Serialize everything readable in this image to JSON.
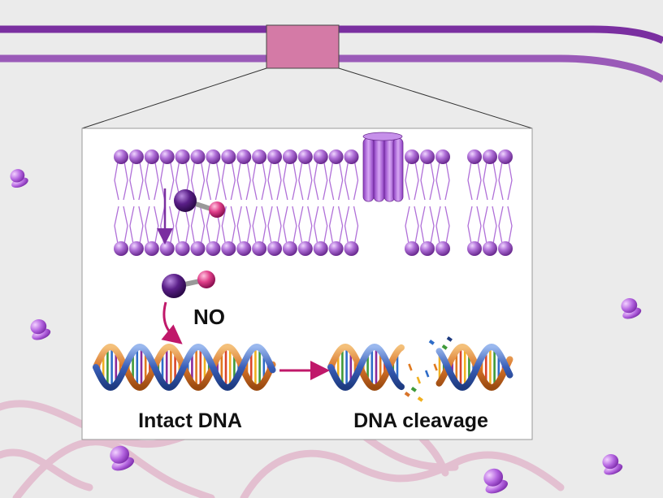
{
  "labels": {
    "molecule": "NO",
    "intact_dna": "Intact DNA",
    "dna_cleavage": "DNA cleavage"
  },
  "colors": {
    "background": "#ebebeb",
    "membrane_purple": "#7a2fa0",
    "lipid_head": "#b070d8",
    "zoom_box": "#d47aa6",
    "oxygen_pink": "#e0408a",
    "arrow_magenta": "#c0186a",
    "background_fiber": "#e2b8cc"
  },
  "icons": [
    "ribosome-icon",
    "transmembrane-protein-icon",
    "no-molecule-icon",
    "dna-helix-icon"
  ]
}
